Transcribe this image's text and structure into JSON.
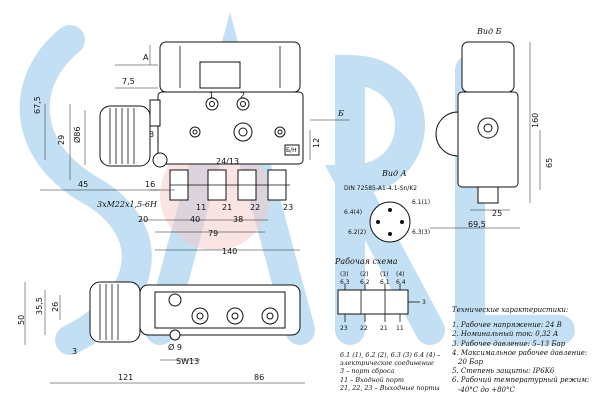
{
  "view_labels": {
    "view_a_marker": "A",
    "view_b_marker": "Б",
    "view_b_title": "Вид Б",
    "view_a_title": "Вид А",
    "scheme_title": "Рабочая схема"
  },
  "front_dims": {
    "d_7_5": "7,5",
    "d_67_5": "67,5",
    "d_29": "29",
    "d_phi86": "Ø86",
    "d_45": "45",
    "d_16": "16",
    "thread": "3xM22x1,5-6H",
    "d_20": "20",
    "d_40": "40",
    "d_38": "38",
    "d_79": "79",
    "d_140": "140",
    "d_12": "12"
  },
  "front_ports": {
    "p1": "1",
    "p2": "2",
    "p3": "3",
    "p11": "11",
    "p21": "21",
    "p22": "22",
    "p23": "23",
    "p24_13": "24/13",
    "pbr": "Б/Н"
  },
  "side_dims": {
    "d_160": "160",
    "d_65": "65",
    "d_25": "25",
    "d_69_5": "69,5"
  },
  "connector": {
    "title": "DIN 72585-A1-4.1-Sn/K2",
    "pin_6_4": "6.4(4)",
    "pin_6_1": "6.1(1)",
    "pin_6_2": "6.2(2)",
    "pin_6_3": "6.3(3)"
  },
  "bottom_dims": {
    "d_50": "50",
    "d_35_5": "35,5",
    "d_26": "26",
    "d_phi9": "Ø 9",
    "d_3": "3",
    "d_sw13": "SW13",
    "d_121": "121",
    "d_86": "86"
  },
  "scheme": {
    "top_labels": [
      "(3)",
      "(2)",
      "(1)",
      "(4)"
    ],
    "top_pins": [
      "6.3",
      "6.2",
      "6.1",
      "6.4"
    ],
    "bottom_ports": [
      "23",
      "22",
      "21",
      "11"
    ],
    "exhaust_port": "3"
  },
  "legend_lines": [
    "6.1 (1), 6.2 (2), 6.3 (3) 6.4 (4) –",
    "электрическое соединение",
    "3 – порт сброса",
    "11 – Входной порт",
    "21, 22, 23 – Выходные порты"
  ],
  "specs": {
    "title": "Технические характеристики:",
    "lines": [
      "1. Рабочее напряжение: 24 В",
      "2. Номинальный ток: 0,32 А",
      "3. Рабочее давление: 5–13 Бар",
      "4. Максимальное рабочее давление:",
      "20 Бар",
      "5. Степень защиты: IP6K6",
      "6. Рабочий температурный режим:",
      "-40°С до +80°С"
    ]
  },
  "watermark_colors": {
    "blue": "#2a8fd6",
    "red": "#e23a3a"
  }
}
